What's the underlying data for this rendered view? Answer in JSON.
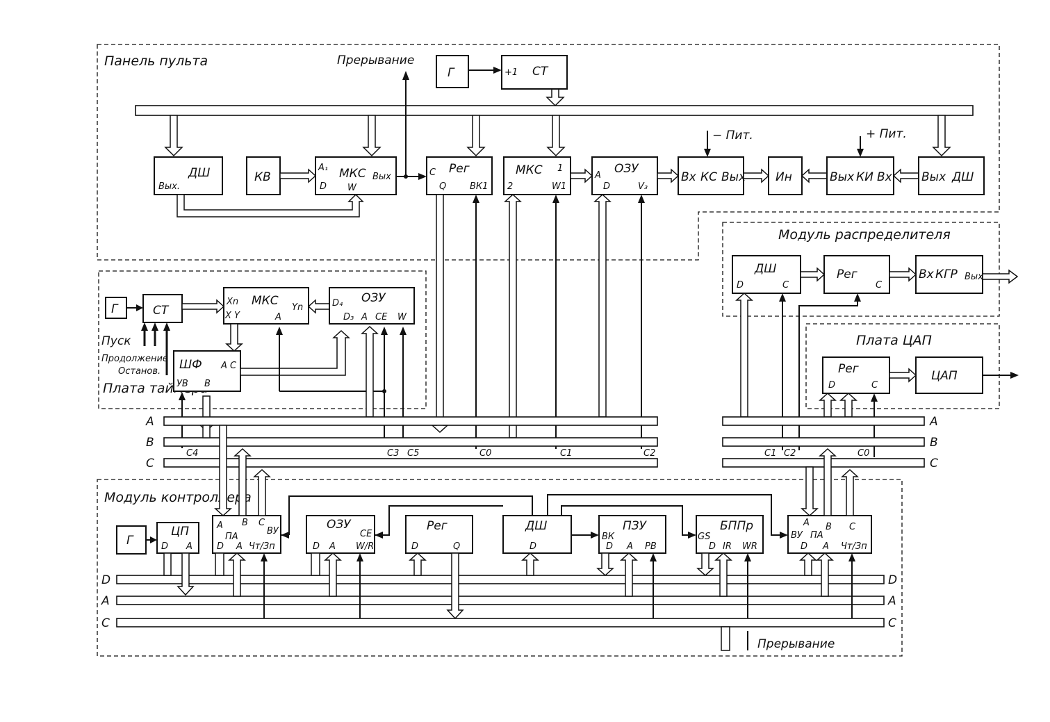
{
  "modules": {
    "panel": "Панель пульта",
    "timer": "Плата таймера",
    "distributor": "Модуль распределителя",
    "dac_board": "Плата ЦАП",
    "controller": "Модуль контроллера"
  },
  "signals": {
    "interrupt_top": "Прерывание",
    "interrupt_bottom": "Прерывание",
    "power_minus": "− Пит.",
    "power_plus": "+ Пит.",
    "start": "Пуск",
    "continue": "Продолжение",
    "stop": "Останов."
  },
  "blocks": {
    "gen_top": "Г",
    "counter_inc": "+1",
    "counter": "СТ",
    "dsh1": "ДШ",
    "dsh1_out": "Вых.",
    "kv": "КВ",
    "mks1": "МКС",
    "mks1_a1": "A₁",
    "mks1_d": "D",
    "mks1_w": "W",
    "mks1_out": "Вых",
    "reg1": "Рег",
    "reg1_c": "C",
    "reg1_q": "Q",
    "reg1_bk": "ВК1",
    "mks2": "МКС",
    "mks2_1": "1",
    "mks2_2": "2",
    "mks2_w1": "W1",
    "ozu1": "ОЗУ",
    "ozu1_a": "A",
    "ozu1_d": "D",
    "ozu1_v": "V₃",
    "ks": "КС",
    "ks_in": "Вх",
    "ks_out": "Вых",
    "in": "Ин",
    "ki": "КИ",
    "ki_out": "Вых",
    "ki_in": "Вх",
    "dsh2": "ДШ",
    "dsh2_out": "Вых",
    "gen_timer": "Г",
    "ct_timer": "СТ",
    "mks3": "МКС",
    "mks3_xn": "Xn",
    "mks3_xy": "X Y",
    "mks3_yn": "Yn",
    "mks3_a": "A",
    "ozu2": "ОЗУ",
    "ozu2_d4": "D₄",
    "ozu2_d3": "D₃",
    "ozu2_a": "A",
    "ozu2_ce": "CE",
    "ozu2_w": "W",
    "shf": "ШФ",
    "shf_ac": "A C",
    "shf_yv": "УВ",
    "shf_b": "B",
    "dsh3": "ДШ",
    "dsh3_d": "D",
    "dsh3_c": "C",
    "reg2": "Рег",
    "reg2_c": "C",
    "kgr": "КГР",
    "kgr_in": "Вх",
    "kgr_out": "Вых",
    "reg3": "Рег",
    "reg3_d": "D",
    "reg3_c": "C",
    "dac": "ЦАП",
    "gen_ctrl": "Г",
    "cpu": "ЦП",
    "cpu_d": "D",
    "cpu_a": "A",
    "pa1_a": "A",
    "pa1_b": "B",
    "pa1_c": "C",
    "pa1_vu": "ВУ",
    "pa1_pa": "ПА",
    "pa1_d": "D",
    "pa1_a2": "A",
    "pa1_rw": "Чт/Зп",
    "ozu3": "ОЗУ",
    "ozu3_d": "D",
    "ozu3_a": "A",
    "ozu3_ce": "CE",
    "ozu3_wr": "W/R",
    "reg4": "Рег",
    "reg4_d": "D",
    "reg4_q": "Q",
    "dsh4": "ДШ",
    "dsh4_d": "D",
    "pzu": "ПЗУ",
    "pzu_bk": "ВК",
    "pzu_d": "D",
    "pzu_a": "A",
    "pzu_pv": "РВ",
    "bppr": "БППр",
    "bppr_gs": "GS",
    "bppr_d": "D",
    "bppr_ir": "IR",
    "bppr_wr": "WR",
    "pa2_a": "A",
    "pa2_b": "B",
    "pa2_c": "C",
    "pa2_vu": "ВУ",
    "pa2_pa": "ПА",
    "pa2_d": "D",
    "pa2_a2": "A",
    "pa2_rw": "Чт/Зп"
  },
  "buses": {
    "mid_a": "A",
    "mid_b": "B",
    "mid_c": "C",
    "right_a": "A",
    "right_b": "B",
    "right_c": "C",
    "ctrl_d_left": "D",
    "ctrl_a_left": "A",
    "ctrl_c_left": "C",
    "ctrl_d_right": "D",
    "ctrl_a_right": "A",
    "ctrl_c_right": "C"
  },
  "taps": {
    "c4": "C4",
    "c3": "C3",
    "c5": "C5",
    "c0": "C0",
    "c1": "C1",
    "c2": "C2",
    "r_c1": "C1",
    "r_c2": "C2",
    "r_c0": "C0"
  }
}
